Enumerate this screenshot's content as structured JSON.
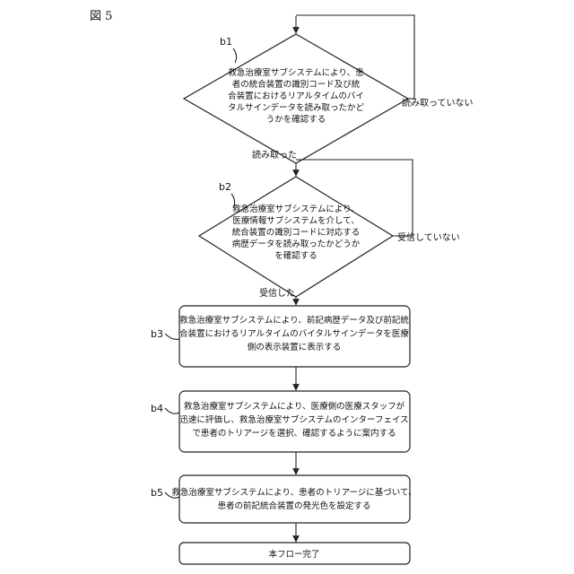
{
  "figure_label": "図 5",
  "steps": {
    "b1": {
      "tag": "b1",
      "lines": [
        "救急治療室サブシステムにより、患",
        "者の統合装置の識別コード及び統",
        "合装置におけるリアルタイムのバイ",
        "タルサインデータを読み取ったかど",
        "うかを確認する"
      ]
    },
    "b2": {
      "tag": "b2",
      "lines": [
        "救急治療室サブシステムにより、",
        "医療情報サブシステムを介して、",
        "統合装置の識別コードに対応する",
        "病歴データを読み取ったかどうか",
        "を確認する"
      ]
    },
    "b3": {
      "tag": "b3",
      "lines": [
        "救急治療室サブシステムにより、前記病歴データ及び前記統",
        "合装置におけるリアルタイムのバイタルサインデータを医療",
        "側の表示装置に表示する"
      ]
    },
    "b4": {
      "tag": "b4",
      "lines": [
        "救急治療室サブシステムにより、医療側の医療スタッフが",
        "迅速に評価し、救急治療室サブシステムのインターフェイス",
        "で患者のトリアージを選択、確認するように案内する"
      ]
    },
    "b5": {
      "tag": "b5",
      "lines": [
        "救急治療室サブシステムにより、患者のトリアージに基づいて、",
        "患者の前記統合装置の発光色を設定する"
      ]
    },
    "end": {
      "label": "本フロー完了"
    }
  },
  "edge_labels": {
    "b1_no": "読み取っていない",
    "b1_yes": "読み取った",
    "b2_no": "受信していない",
    "b2_yes": "受信した"
  }
}
